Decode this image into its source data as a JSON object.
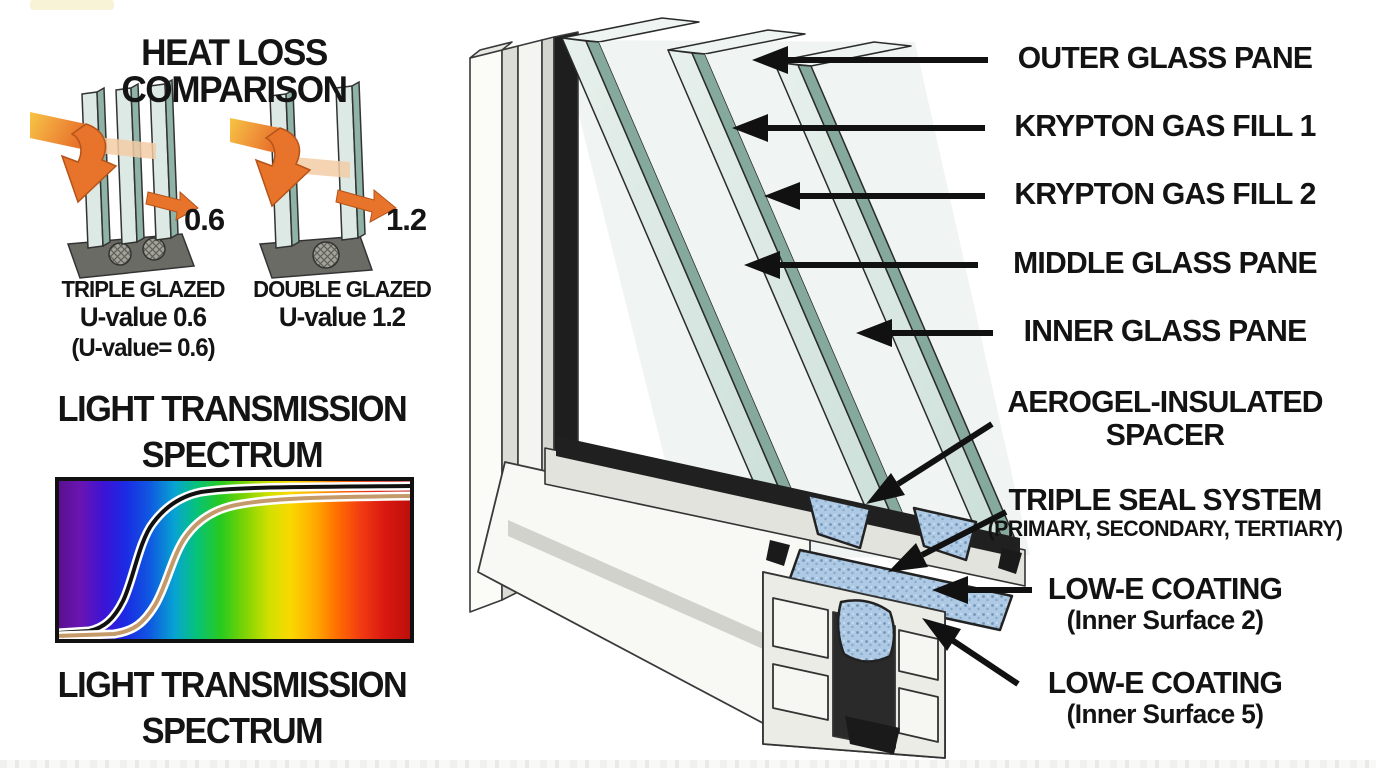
{
  "heat_loss": {
    "title": "HEAT LOSS COMPARISON",
    "triple": {
      "name": "TRIPLE GLAZED",
      "uvalue": "U-value 0.6",
      "uvalue_paren": "(U-value= 0.6)",
      "arrow_value": "0.6"
    },
    "double": {
      "name": "DOUBLE GLAZED",
      "uvalue": "U-value 1.2",
      "arrow_value": "1.2"
    }
  },
  "spectrum": {
    "title_line1": "LIGHT TRANSMISSION",
    "title_line2": "SPECTRUM",
    "title_bottom_line1": "LIGHT TRANSMISSION",
    "title_bottom_line2": "SPECTRUM"
  },
  "chart_data": {
    "type": "line",
    "title": "LIGHT TRANSMISSION SPECTRUM",
    "xlabel": "",
    "ylabel": "",
    "x_axis_note": "visible spectrum background, violet to deep red, no tick labels",
    "ylim": [
      0,
      1
    ],
    "grid": false,
    "legend": false,
    "series": [
      {
        "name": "upper transmission curve (black, white outline)",
        "color": "#111111",
        "x": [
          0,
          0.08,
          0.13,
          0.17,
          0.21,
          0.25,
          0.29,
          0.34,
          0.45,
          0.7,
          1.0
        ],
        "y": [
          0.02,
          0.03,
          0.08,
          0.22,
          0.48,
          0.72,
          0.85,
          0.91,
          0.94,
          0.95,
          0.96
        ]
      },
      {
        "name": "lower transmission curve (tan, white outline)",
        "color": "#c59a6a",
        "x": [
          0,
          0.13,
          0.19,
          0.25,
          0.31,
          0.37,
          0.44,
          0.52,
          0.7,
          1.0
        ],
        "y": [
          0.01,
          0.02,
          0.07,
          0.2,
          0.42,
          0.62,
          0.74,
          0.81,
          0.86,
          0.89
        ]
      }
    ]
  },
  "callouts": [
    {
      "line1": "OUTER GLASS PANE"
    },
    {
      "line1": "KRYPTON GAS FILL 1"
    },
    {
      "line1": "KRYPTON GAS FILL 2"
    },
    {
      "line1": "MIDDLE GLASS PANE"
    },
    {
      "line1": "INNER GLASS PANE"
    },
    {
      "line1": "AEROGEL-INSULATED",
      "line2": "SPACER"
    },
    {
      "line1": "TRIPLE SEAL SYSTEM",
      "line2": "(PRIMARY, SECONDARY, TERTIARY)"
    },
    {
      "line1": "LOW-E COATING",
      "line2": "(Inner Surface 2)"
    },
    {
      "line1": "LOW-E COATING",
      "line2": "(Inner Surface 5)"
    }
  ],
  "colors": {
    "background": "#ffffff",
    "text": "#141414",
    "arrow_black": "#111111",
    "heat_arrow_orange": "#e8732a",
    "heat_arrow_yellow": "#f6c544",
    "glass_face": "#dfeae6",
    "glass_edge": "#85a99c",
    "gas_gap": "#f0f5f3",
    "frame_white": "#f8f8f5",
    "frame_shade": "#d9d9d3",
    "gasket_black": "#1e1e1e",
    "spacer_blue": "#adc9e3",
    "curve_black": "#111111",
    "curve_tan": "#c59a6a"
  }
}
